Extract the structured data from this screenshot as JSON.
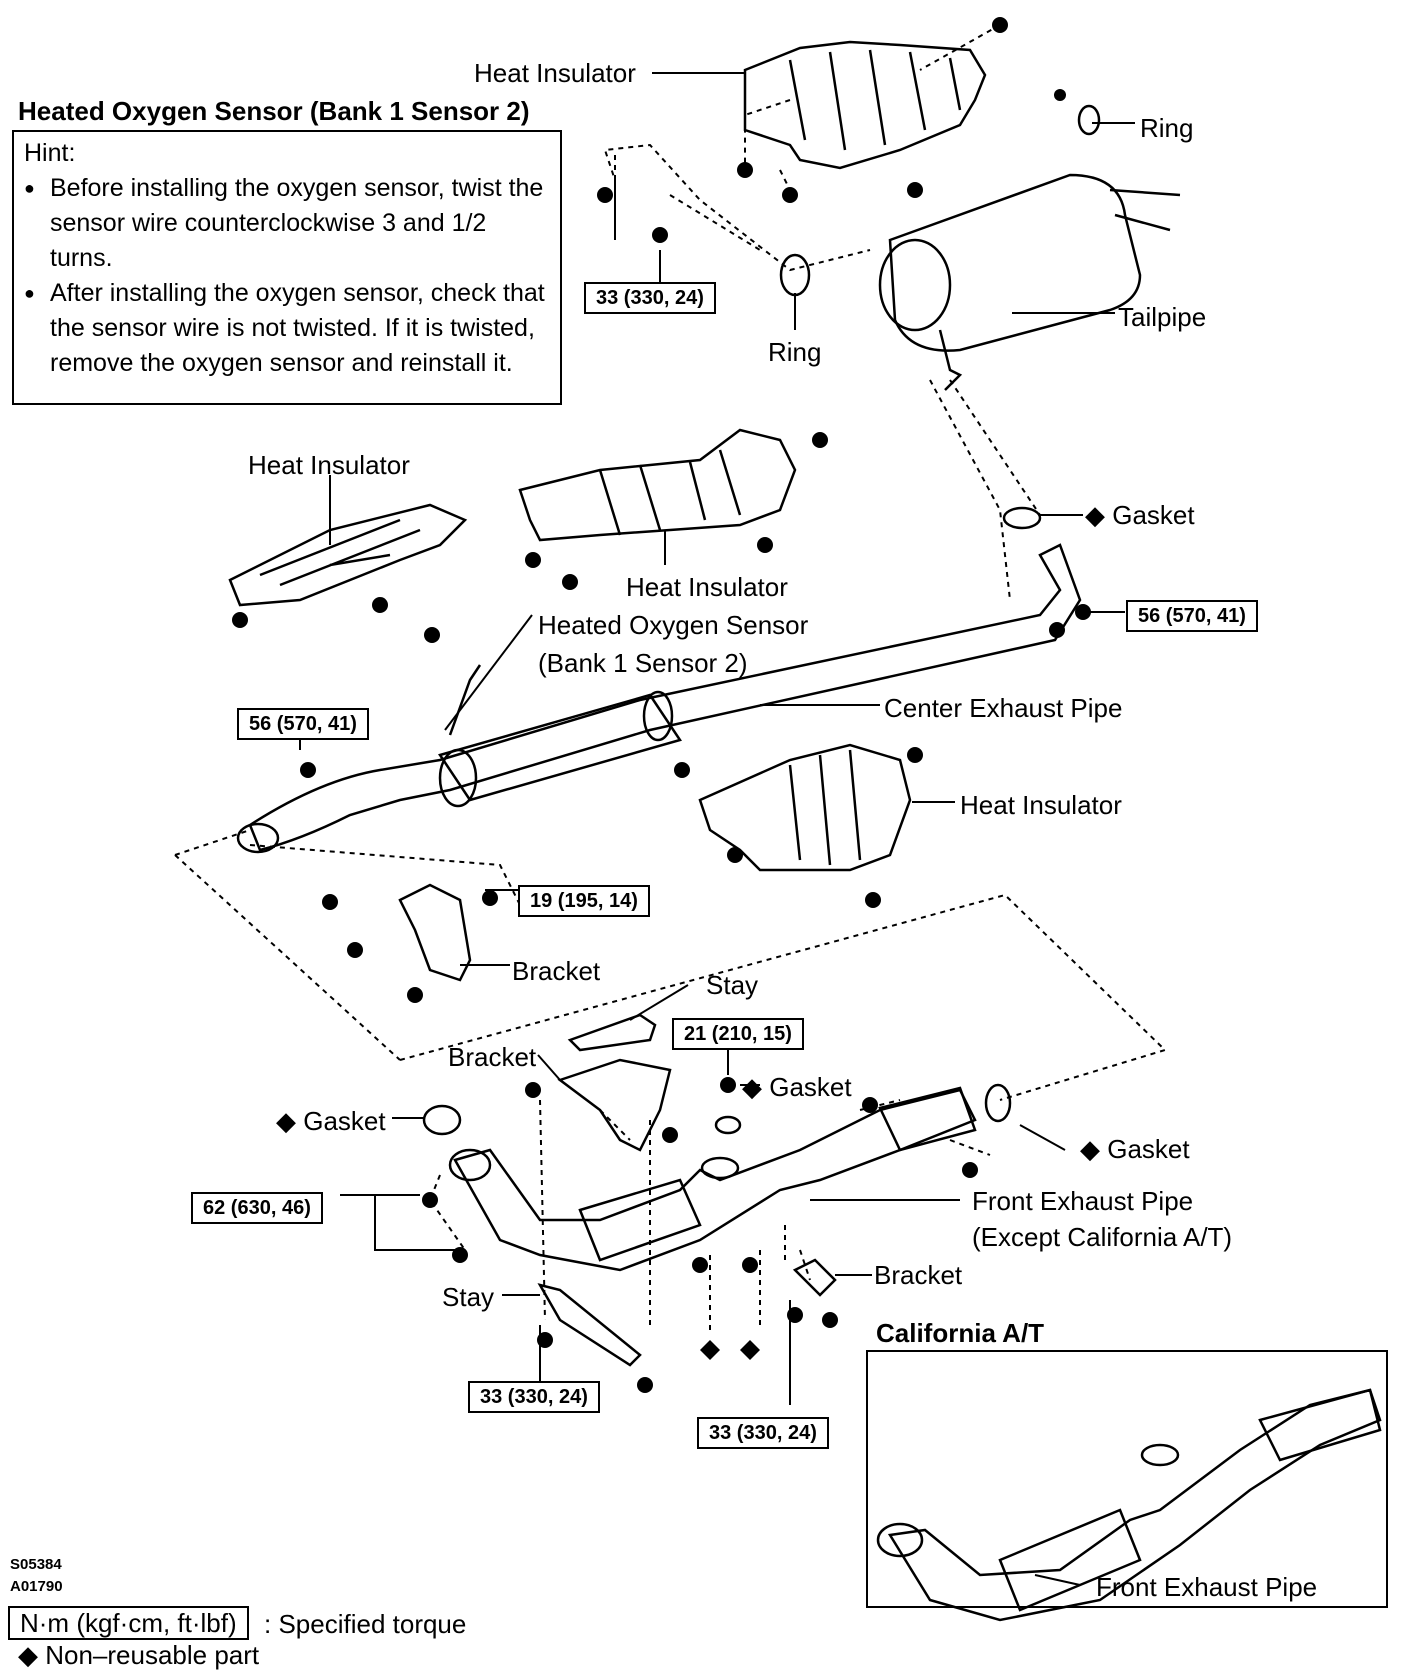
{
  "hint": {
    "title": "Heated Oxygen Sensor (Bank 1 Sensor 2)",
    "heading": "Hint:",
    "items": [
      "Before installing the oxygen sensor, twist the sensor wire counterclockwise 3 and 1/2 turns.",
      "After installing the oxygen sensor, check that the sensor wire is not twisted. If it is twisted, remove the oxygen sensor and reinstall it."
    ]
  },
  "labels": {
    "heat_insulator_top": "Heat Insulator",
    "ring_right": "Ring",
    "ring_left": "Ring",
    "tailpipe": "Tailpipe",
    "heat_insulator_left": "Heat Insulator",
    "heat_insulator_mid": "Heat Insulator",
    "gasket_tailpipe": "◆ Gasket",
    "oxygen_sensor_line1": "Heated Oxygen Sensor",
    "oxygen_sensor_line2": "(Bank 1 Sensor 2)",
    "center_exhaust_pipe": "Center Exhaust Pipe",
    "heat_insulator_lower": "Heat Insulator",
    "bracket_center": "Bracket",
    "stay_top": "Stay",
    "bracket_front": "Bracket",
    "gasket_mid": "◆ Gasket",
    "gasket_left": "◆ Gasket",
    "gasket_right": "◆ Gasket",
    "front_exhaust_pipe_line1": "Front Exhaust Pipe",
    "front_exhaust_pipe_line2": "(Except California A/T)",
    "bracket_right": "Bracket",
    "stay_bottom": "Stay",
    "california_title": "California A/T",
    "california_front_pipe": "Front Exhaust Pipe"
  },
  "torques": {
    "t_ring": "33 (330, 24)",
    "t_tailpipe": "56 (570, 41)",
    "t_sensor": "56 (570, 41)",
    "t_bracket": "19 (195, 14)",
    "t_stay": "21 (210, 15)",
    "t_front": "62 (630, 46)",
    "t_stay_bottom": "33 (330, 24)",
    "t_bracket_bottom": "33 (330, 24)"
  },
  "codes": {
    "line1": "S05384",
    "line2": "A01790"
  },
  "legend": {
    "torque_box": "N·m (kgf·cm, ft·lbf)",
    "torque_text": ": Specified torque",
    "nonreusable": "◆ Non–reusable part"
  }
}
